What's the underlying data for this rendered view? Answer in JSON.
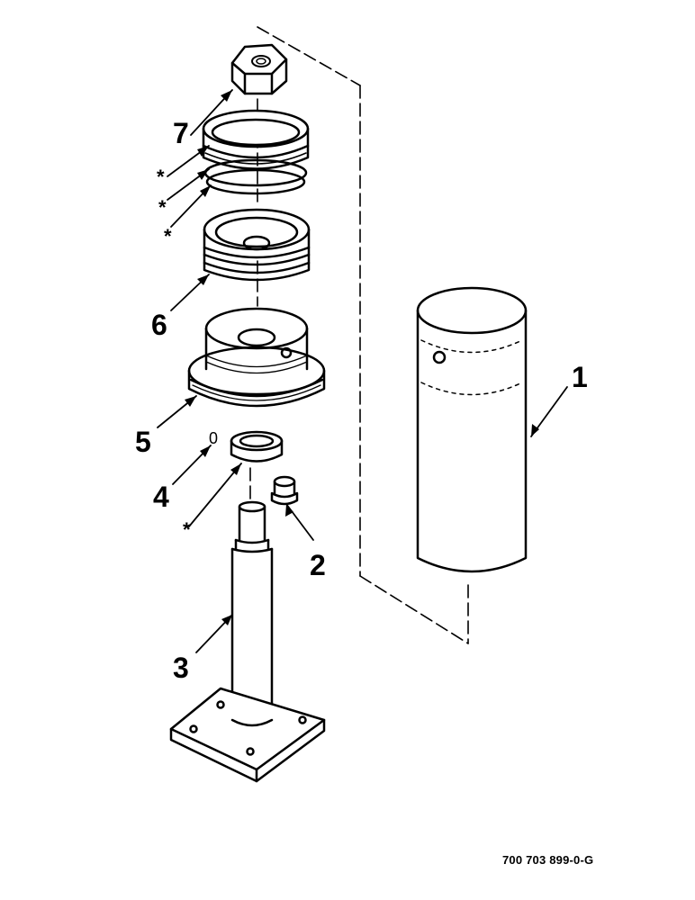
{
  "callouts": {
    "item1": "1",
    "item2": "2",
    "item3": "3",
    "item4": "4",
    "item5": "5",
    "item6": "6",
    "item7": "7"
  },
  "markers": {
    "star": "*",
    "zero": "0"
  },
  "figure_number": "700 703 899-0-G"
}
